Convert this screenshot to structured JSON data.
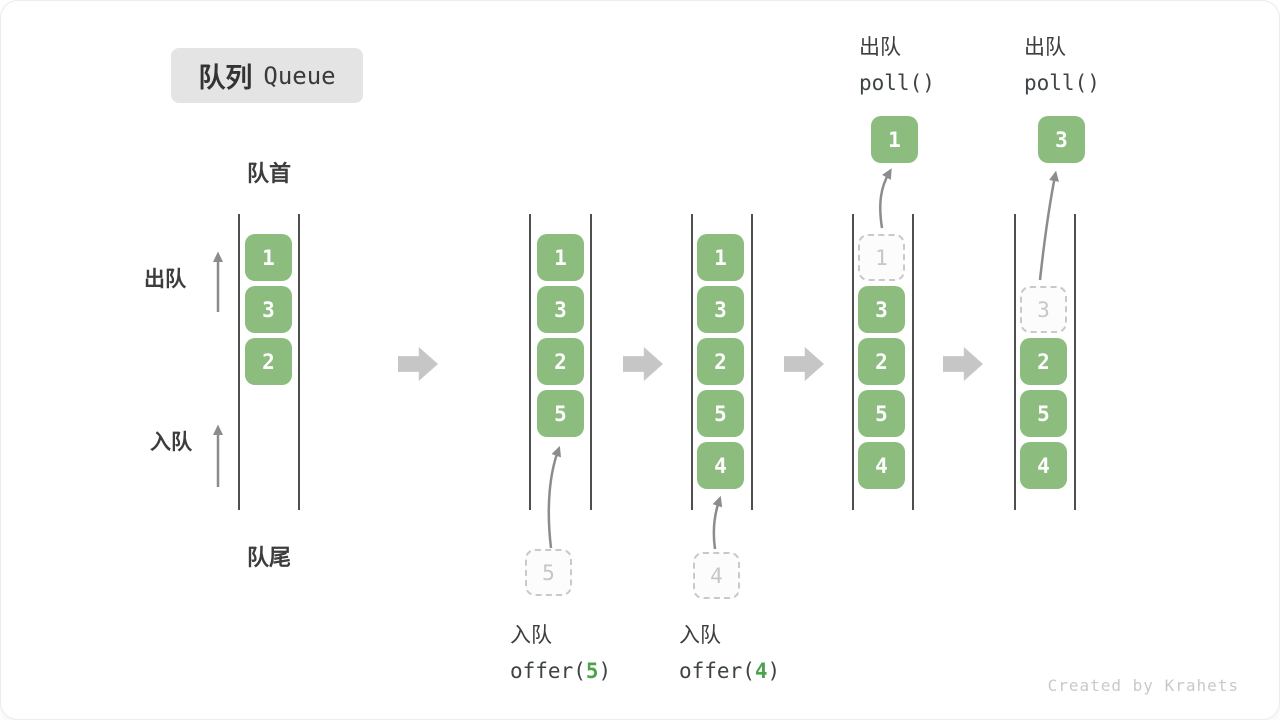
{
  "title": {
    "zh": "队列",
    "en": "Queue"
  },
  "labels": {
    "front": "队首",
    "rear": "队尾",
    "dequeue": "出队",
    "enqueue": "入队"
  },
  "queues": [
    {
      "name": "initial-state",
      "slots": [
        {
          "value": "1",
          "state": "filled"
        },
        {
          "value": "3",
          "state": "filled"
        },
        {
          "value": "2",
          "state": "filled"
        }
      ]
    },
    {
      "name": "after-offer-5",
      "slots": [
        {
          "value": "1",
          "state": "filled"
        },
        {
          "value": "3",
          "state": "filled"
        },
        {
          "value": "2",
          "state": "filled"
        },
        {
          "value": "5",
          "state": "filled"
        }
      ],
      "incoming": {
        "value": "5"
      }
    },
    {
      "name": "after-offer-4",
      "slots": [
        {
          "value": "1",
          "state": "filled"
        },
        {
          "value": "3",
          "state": "filled"
        },
        {
          "value": "2",
          "state": "filled"
        },
        {
          "value": "5",
          "state": "filled"
        },
        {
          "value": "4",
          "state": "filled"
        }
      ],
      "incoming": {
        "value": "4"
      }
    },
    {
      "name": "after-poll-1",
      "slots": [
        {
          "value": "1",
          "state": "ghost"
        },
        {
          "value": "3",
          "state": "filled"
        },
        {
          "value": "2",
          "state": "filled"
        },
        {
          "value": "5",
          "state": "filled"
        },
        {
          "value": "4",
          "state": "filled"
        }
      ],
      "outgoing": {
        "value": "1"
      }
    },
    {
      "name": "after-poll-3",
      "slots": [
        {
          "value": "3",
          "state": "ghost"
        },
        {
          "value": "2",
          "state": "filled"
        },
        {
          "value": "5",
          "state": "filled"
        },
        {
          "value": "4",
          "state": "filled"
        }
      ],
      "outgoing": {
        "value": "3"
      }
    }
  ],
  "operations": {
    "enqueue_5": {
      "action": "入队",
      "code_fn": "offer(",
      "code_arg": "5",
      "code_close": ")"
    },
    "enqueue_4": {
      "action": "入队",
      "code_fn": "offer(",
      "code_arg": "4",
      "code_close": ")"
    },
    "dequeue_1": {
      "action": "出队",
      "code": "poll()"
    },
    "dequeue_2": {
      "action": "出队",
      "code": "poll()"
    }
  },
  "icons": {
    "flow_arrow": "block-right-arrow",
    "enqueue_arrow": "thin-up-arrow",
    "dequeue_arrow": "thin-up-arrow",
    "insert_arrow": "curved-up-arrow",
    "remove_arrow": "curved-up-arrow"
  },
  "colors": {
    "box_green": "#8CBD7E",
    "code_green": "#4DA34D",
    "flow_arrow_gray": "#C6C6C6",
    "ghost_border_gray": "#C9C9C9",
    "queue_line_dark": "#4F4F4F",
    "title_bg": "#E4E4E4",
    "watermark_gray": "#C9C9C9"
  },
  "watermark": "Created by Krahets"
}
